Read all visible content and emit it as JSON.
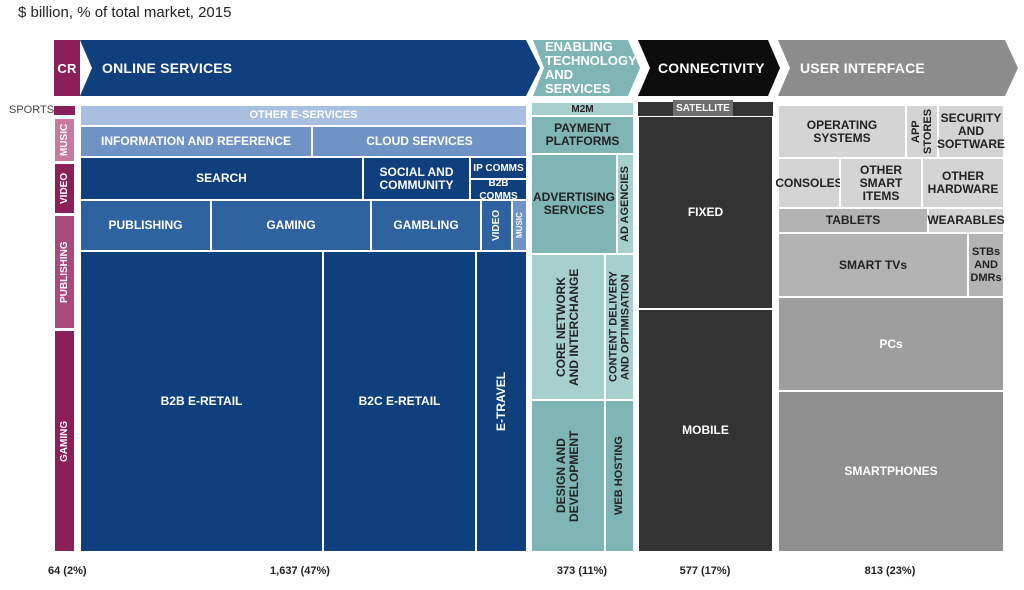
{
  "subtitle": "$ billion, % of total market, 2015",
  "headers": {
    "cr": "CR",
    "online": "ONLINE SERVICES",
    "enabling_1": "ENABLING",
    "enabling_2": "TECHNOLOGY",
    "enabling_3": "AND SERVICES",
    "connectivity": "CONNECTIVITY",
    "ui": "USER INTERFACE"
  },
  "colors": {
    "cr": "#8a1f5a",
    "online_dark": "#0f3f7c",
    "online_mid": "#2e63a0",
    "online_light": "#6f93c4",
    "online_pale": "#a8bfe0",
    "enabling": "#7fb5b5",
    "enabling_light": "#a7cfcd",
    "connectivity": "#333333",
    "connectivity_hdr": "#0d0d0d",
    "ui_dark": "#8f8f8f",
    "ui_mid": "#b3b3b3",
    "ui_light": "#d4d4d4",
    "ui_hdr": "#8c8c8c"
  },
  "cr": {
    "sports": "SPORTS",
    "music": "MUSIC",
    "video": "VIDEO",
    "publishing": "PUBLISHING",
    "gaming": "GAMING"
  },
  "online": {
    "other_e_services": "OTHER E-SERVICES",
    "information_reference": "INFORMATION AND REFERENCE",
    "cloud_services": "CLOUD SERVICES",
    "search": "SEARCH",
    "social_1": "SOCIAL AND",
    "social_2": "COMMUNITY",
    "ip_comms": "IP COMMS",
    "b2b_comms": "B2B COMMS",
    "publishing": "PUBLISHING",
    "gaming": "GAMING",
    "gambling": "GAMBLING",
    "video": "VIDEO",
    "music": "MUSIC",
    "b2b_eretail": "B2B E-RETAIL",
    "b2c_eretail": "B2C E-RETAIL",
    "e_travel": "E-TRAVEL"
  },
  "enabling": {
    "m2m": "M2M",
    "payment_1": "PAYMENT",
    "payment_2": "PLATFORMS",
    "advertising_1": "ADVERTISING",
    "advertising_2": "SERVICES",
    "ad_agencies": "AD AGENCIES",
    "core_network_1": "CORE NETWORK",
    "core_network_2": "AND INTERCHANGE",
    "content_delivery_1": "CONTENT DELIVERY",
    "content_delivery_2": "AND OPTIMISATION",
    "design_1": "DESIGN AND",
    "design_2": "DEVELOPMENT",
    "web_hosting": "WEB HOSTING"
  },
  "connectivity": {
    "satellite": "SATELLITE",
    "fixed": "FIXED",
    "mobile": "MOBILE"
  },
  "ui": {
    "os_1": "OPERATING",
    "os_2": "SYSTEMS",
    "app_1": "APP",
    "app_2": "STORES",
    "security_1": "SECURITY",
    "security_2": "AND",
    "security_3": "SOFTWARE",
    "consoles": "CONSOLES",
    "other_smart_1": "OTHER",
    "other_smart_2": "SMART",
    "other_smart_3": "ITEMS",
    "other_hw_1": "OTHER",
    "other_hw_2": "HARDWARE",
    "tablets": "TABLETS",
    "wearables": "WEARABLES",
    "smart_tvs": "SMART TVs",
    "stbs_1": "STBs",
    "stbs_2": "AND",
    "stbs_3": "DMRs",
    "pcs": "PCs",
    "smartphones": "SMARTPHONES"
  },
  "footers": {
    "cr": "64 (2%)",
    "online": "1,637 (47%)",
    "enabling": "373 (11%)",
    "connectivity": "577 (17%)",
    "ui": "813 (23%)"
  }
}
